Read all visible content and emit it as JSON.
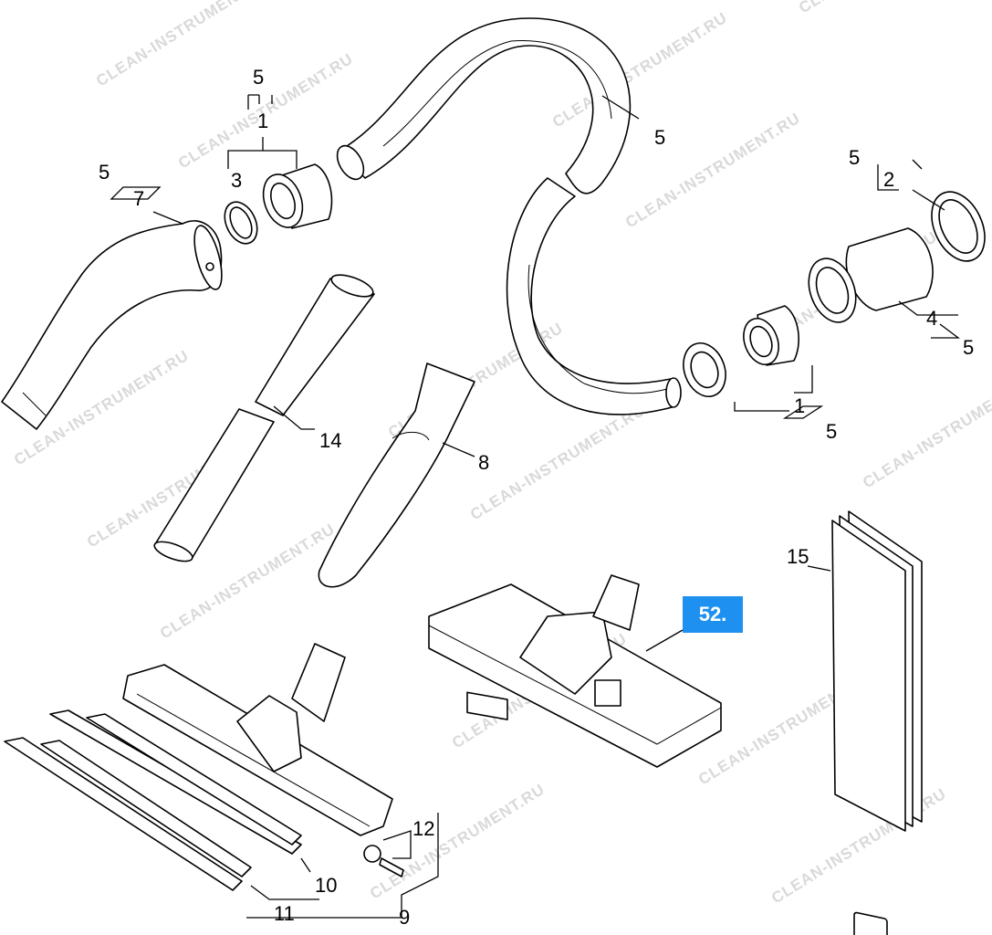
{
  "watermark": "CLEAN-INSTRUMENT.RU",
  "highlight": {
    "label": "52.",
    "color": "#1e90f0"
  },
  "callouts": {
    "c_5a": "5",
    "c_1a": "1",
    "c_3": "3",
    "c_5b": "5",
    "c_7": "7",
    "c_5_hose": "5",
    "c_5c": "5",
    "c_2": "2",
    "c_4": "4",
    "c_5d": "5",
    "c_1b": "1",
    "c_5e": "5",
    "c_14": "14",
    "c_8": "8",
    "c_15": "15",
    "c_12": "12",
    "c_10": "10",
    "c_11": "11",
    "c_9": "9"
  }
}
